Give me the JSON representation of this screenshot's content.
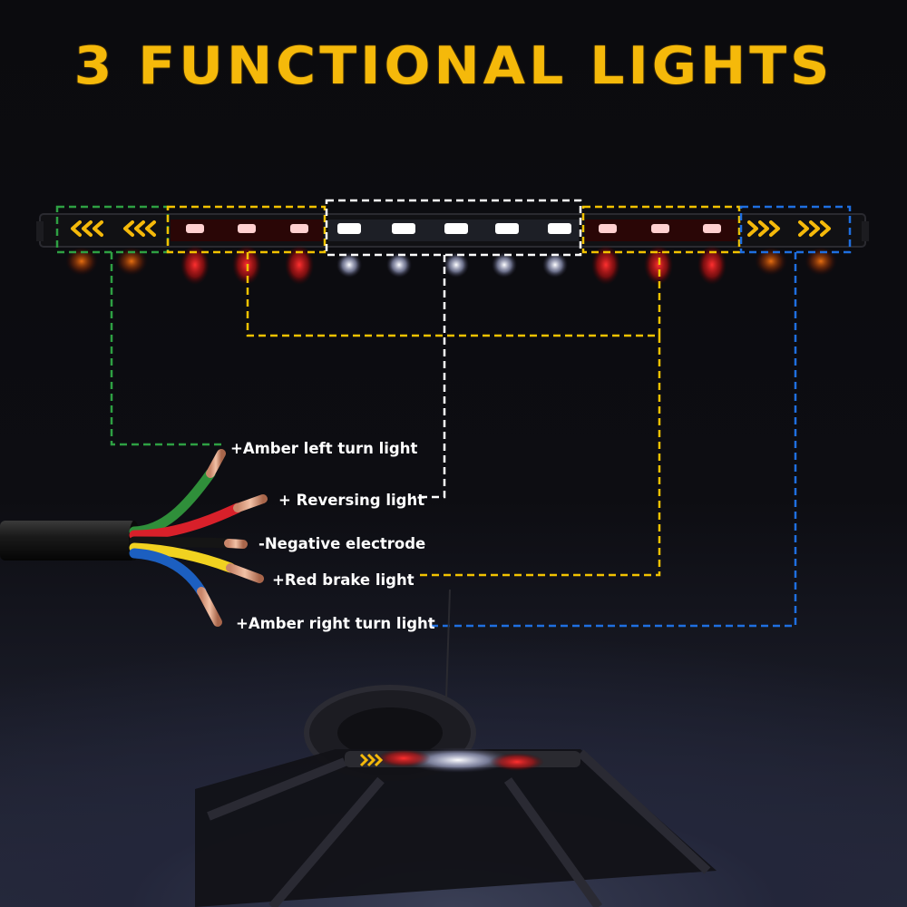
{
  "title": "3 FUNCTIONAL LIGHTS",
  "wires": {
    "amber_left": "+Amber left turn light",
    "reversing": "+ Reversing light",
    "negative": "-Negative electrode",
    "red_brake": "+Red brake light",
    "amber_right": "+Amber right turn light"
  },
  "colors": {
    "title": "#f5b90a",
    "green_group": "#2ea043",
    "yellow_group": "#f2c200",
    "white_group": "#ffffff",
    "blue_group": "#1f6fe0",
    "amber_light": "#f5b90a",
    "red_light": "#ff2a2a"
  }
}
